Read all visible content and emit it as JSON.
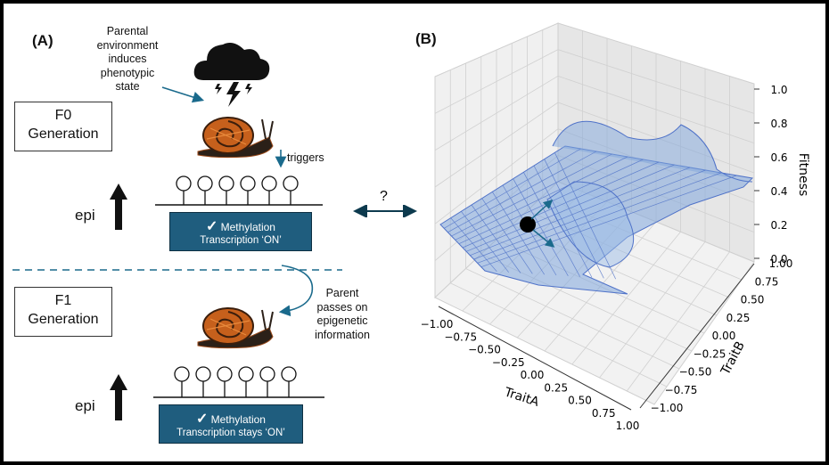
{
  "panel_a": {
    "label": "(A)",
    "parental_note": [
      "Parental",
      "environment",
      "induces",
      "phenotypic",
      "state"
    ],
    "triggers_label": "triggers",
    "f0_box": [
      "F0",
      "Generation"
    ],
    "f1_box": [
      "F1",
      "Generation"
    ],
    "epi_label": "epi",
    "f0_status": {
      "line1": "Methylation",
      "line2": "Transcription ‘ON’"
    },
    "f1_status": {
      "line1": "Methylation",
      "line2": "Transcription stays ‘ON’"
    },
    "parent_note": [
      "Parent",
      "passes on",
      "epigenetic",
      "information"
    ]
  },
  "link_label": "?",
  "panel_b": {
    "label": "(B)",
    "x_axis_label": "TraitA",
    "y_axis_label": "TraitB",
    "z_axis_label": "Fitness",
    "x_ticks": [
      "−1.00",
      "−0.75",
      "−0.50",
      "−0.25",
      "0.00",
      "0.25",
      "0.50",
      "0.75",
      "1.00"
    ],
    "y_ticks": [
      "−1.00",
      "−0.75",
      "−0.50",
      "−0.25",
      "0.00",
      "0.25",
      "0.50",
      "0.75",
      "1.00"
    ],
    "z_ticks": [
      "0.0",
      "0.2",
      "0.4",
      "0.6",
      "0.8",
      "1.0"
    ]
  },
  "colors": {
    "box_blue": "#1f5d7e",
    "arrow_teal": "#1a6a8c",
    "surface_fill": "#7fa6dc",
    "surface_line": "#4f72c8"
  },
  "icons": [
    "storm-cloud-icon",
    "snail-icon",
    "check-icon",
    "up-arrow-icon"
  ]
}
